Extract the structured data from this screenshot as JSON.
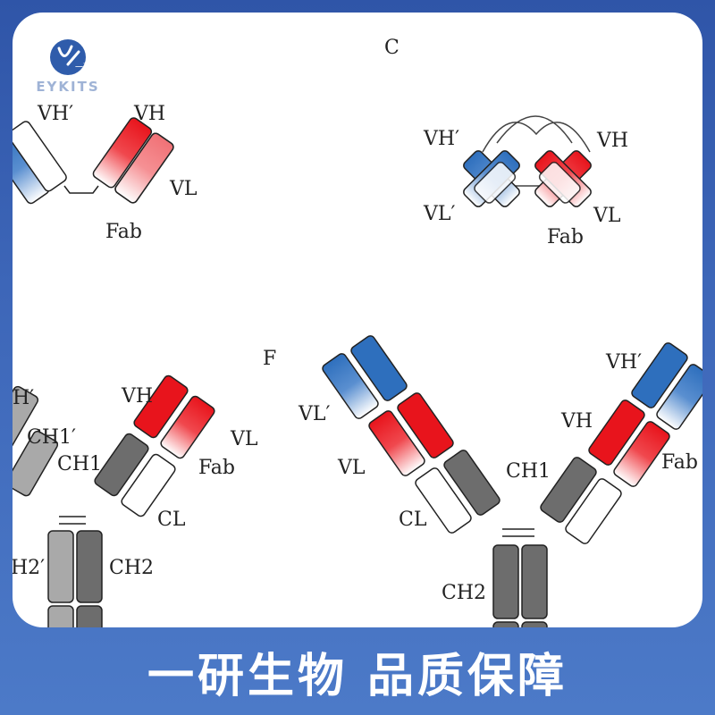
{
  "logo": {
    "text": "EYKITS",
    "mark": "一研"
  },
  "panels": {
    "C": {
      "letter": "C",
      "labels": {
        "vh_prime": "VH′",
        "vh": "VH",
        "vl_prime": "VL′",
        "vl": "VL",
        "fab": "Fab"
      }
    },
    "top_left": {
      "labels": {
        "vh_prime": "VH′",
        "vh": "VH",
        "vl": "VL",
        "fab": "Fab"
      }
    },
    "bottom_left": {
      "labels": {
        "h_prime": "H′",
        "ch1_prime": "CH1′",
        "vh": "VH",
        "vl": "VL",
        "ch1": "CH1",
        "fab": "Fab",
        "cl": "CL",
        "ch2_prime": "H2′",
        "ch2": "CH2"
      }
    },
    "F": {
      "letter": "F",
      "labels": {
        "vh_prime": "VH′",
        "vl_prime": "VL′",
        "vh": "VH",
        "vl": "VL",
        "ch1": "CH1",
        "fab": "Fab",
        "cl": "CL",
        "ch2": "CH2"
      }
    }
  },
  "footer": {
    "slogan": "一研生物 品质保障"
  },
  "colors": {
    "frame": "#3a62b5",
    "red": "#e8141c",
    "blue": "#2e6fbd",
    "dark_gray": "#6d6d6d",
    "light_gray": "#a9a9a9"
  }
}
